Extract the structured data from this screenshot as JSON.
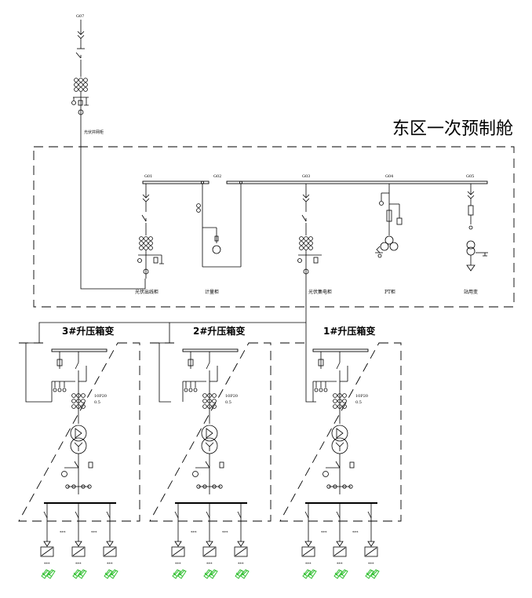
{
  "title": "东区一次预制舱",
  "top_cabinet": {
    "id": "G07",
    "label": "光伏并网柜"
  },
  "cabinets": [
    {
      "id": "G01",
      "label": "光伏出线柜"
    },
    {
      "id": "G02",
      "label": "计量柜"
    },
    {
      "id": "G03",
      "label": "光伏集电柜"
    },
    {
      "id": "G04",
      "label": "PT柜"
    },
    {
      "id": "G05",
      "label": "站用变"
    }
  ],
  "box_transformers": [
    {
      "label": "3#升压箱变",
      "rating_a": "10P20",
      "rating_b": "0.5"
    },
    {
      "label": "2#升压箱变",
      "rating_a": "10P20",
      "rating_b": "0.5"
    },
    {
      "label": "1#升压箱变",
      "rating_a": "10P20",
      "rating_b": "0.5"
    }
  ],
  "inverter_label": "***",
  "colors": {
    "line": "#000000",
    "pv": "#2fbf2f"
  }
}
